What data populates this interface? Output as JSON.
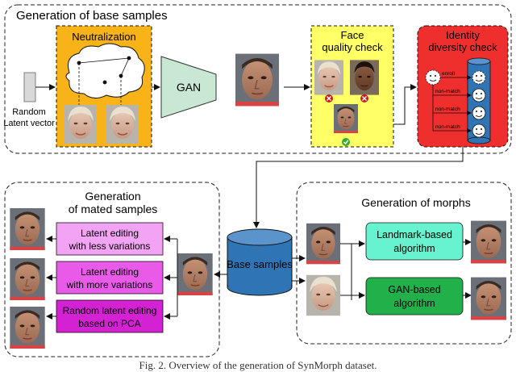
{
  "panels": {
    "base": {
      "title": "Generation of base samples"
    },
    "mated": {
      "title_line1": "Generation",
      "title_line2": "of mated samples"
    },
    "morphs": {
      "title": "Generation of morphs"
    }
  },
  "neutralization": {
    "label": "Neutralization"
  },
  "random_latent": {
    "line1": "Random",
    "line2": "Latent vector"
  },
  "gan": {
    "label": "GAN"
  },
  "face_quality": {
    "line1": "Face",
    "line2": "quality check"
  },
  "identity_check": {
    "line1": "Identity",
    "line2": "diversity check",
    "edges": [
      "enroll",
      "non-match",
      "non-match",
      "non-match"
    ]
  },
  "database": {
    "label": "Base samples"
  },
  "mated_boxes": [
    {
      "line1": "Latent editing",
      "line2": "with less variations",
      "color": "#f3a3f3"
    },
    {
      "line1": "Latent editing",
      "line2": "with more variations",
      "color": "#e95ae9"
    },
    {
      "line1": "Random latent editing",
      "line2": "based on PCA",
      "color": "#d321d3"
    }
  ],
  "morph_boxes": [
    {
      "line1": "Landmark-based",
      "line2": "algorithm",
      "color": "#67f3cf"
    },
    {
      "line1": "GAN-based",
      "line2": "algorithm",
      "color": "#22b04a"
    }
  ],
  "colors": {
    "neutralization_fill": "#f7b318",
    "gan_fill": "#c9e8d4",
    "face_quality_fill": "#ffff66",
    "identity_fill": "#ef2e2e",
    "cylinder_fill": "#2f74b5",
    "database_fill": "#2f74b5"
  },
  "icons": [
    "reject-icon",
    "reject-icon",
    "accept-icon",
    "smiley-icon"
  ],
  "caption": "Fig. 2. Overview of the generation of SynMorph dataset."
}
